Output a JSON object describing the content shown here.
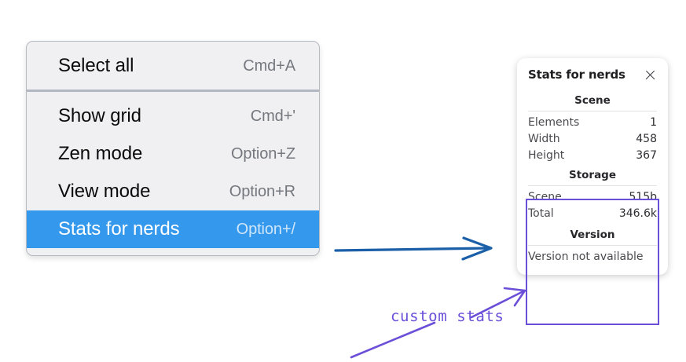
{
  "context_menu": {
    "groups": [
      {
        "items": [
          {
            "label": "Select all",
            "shortcut": "Cmd+A",
            "selected": false
          }
        ]
      },
      {
        "items": [
          {
            "label": "Show grid",
            "shortcut": "Cmd+'",
            "selected": false
          },
          {
            "label": "Zen mode",
            "shortcut": "Option+Z",
            "selected": false
          },
          {
            "label": "View mode",
            "shortcut": "Option+R",
            "selected": false
          },
          {
            "label": "Stats for nerds",
            "shortcut": "Option+/",
            "selected": true
          }
        ]
      }
    ]
  },
  "stats_panel": {
    "title": "Stats for nerds",
    "close_icon": "close-icon",
    "sections": [
      {
        "header": "Scene",
        "rows": [
          {
            "label": "Elements",
            "value": "1"
          },
          {
            "label": "Width",
            "value": "458"
          },
          {
            "label": "Height",
            "value": "367"
          }
        ]
      },
      {
        "header": "Storage",
        "rows": [
          {
            "label": "Scene",
            "value": "515b"
          },
          {
            "label": "Total",
            "value": "346.6k"
          }
        ]
      },
      {
        "header": "Version",
        "single_value": "Version not available"
      }
    ]
  },
  "annotations": {
    "custom_stats_label": "custom stats",
    "blue_arrow_color": "#1a5fa8",
    "purple_color": "#6b4fd8",
    "highlight_color": "#3498ec"
  }
}
